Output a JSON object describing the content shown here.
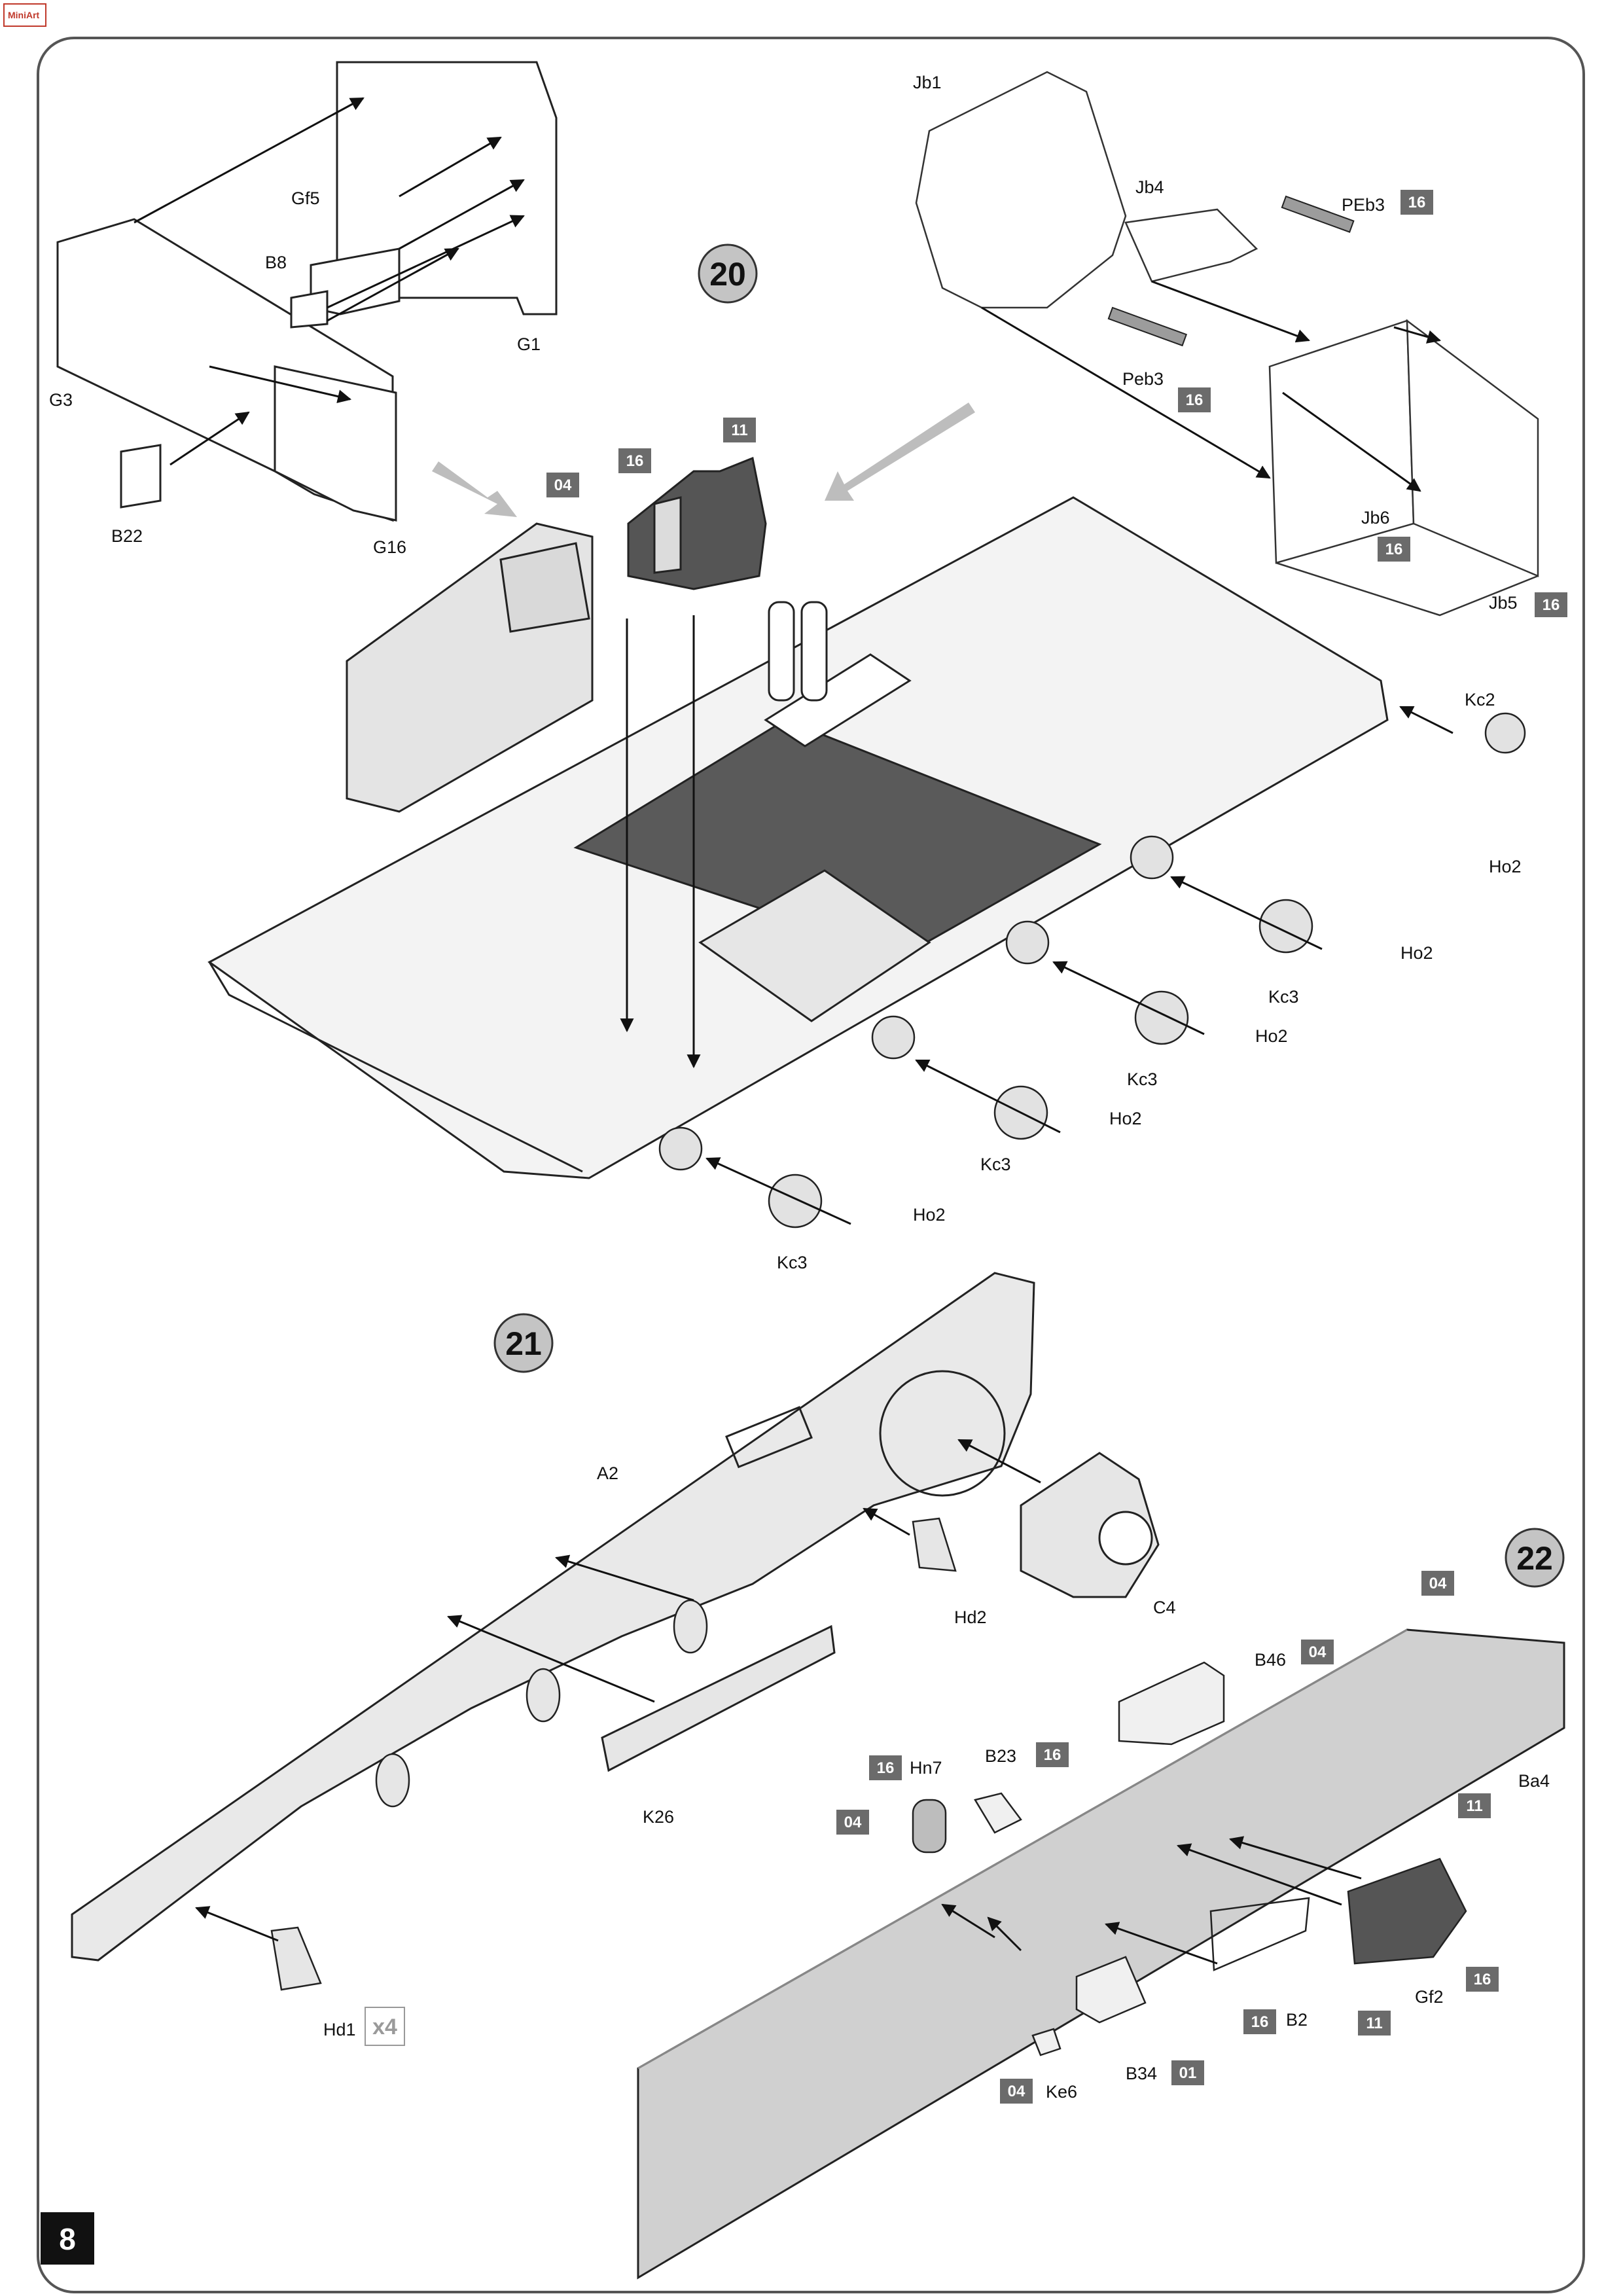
{
  "page": {
    "number": "8",
    "watermark": "MiniArt"
  },
  "colors": {
    "frame": "#555555",
    "part_fill": "#e9e9e9",
    "dark_part": "#555555",
    "tag_bg": "#6b6b6b",
    "step_circle": "#c4c4c4",
    "arrow": "#111111"
  },
  "steps": [
    {
      "number": "20"
    },
    {
      "number": "21"
    },
    {
      "number": "22"
    }
  ],
  "labels": {
    "gf5": "Gf5",
    "b8": "B8",
    "g1": "G1",
    "g3": "G3",
    "b22": "B22",
    "g16": "G16",
    "jb1": "Jb1",
    "jb4": "Jb4",
    "peb3_top": "PEb3",
    "peb3_bottom": "Peb3",
    "jb6": "Jb6",
    "jb5": "Jb5",
    "kc2": "Kc2",
    "ho2_1": "Ho2",
    "ho2_2": "Ho2",
    "ho2_3": "Ho2",
    "ho2_4": "Ho2",
    "ho2_5": "Ho2",
    "kc3_1": "Kc3",
    "kc3_2": "Kc3",
    "kc3_3": "Kc3",
    "kc3_4": "Kc3",
    "a2": "A2",
    "hd2": "Hd2",
    "c4": "C4",
    "k26": "K26",
    "hd1": "Hd1",
    "hd1_qty": "x4",
    "b46": "B46",
    "ba4": "Ba4",
    "b23": "B23",
    "hn7": "Hn7",
    "gf2": "Gf2",
    "b2": "B2",
    "b34": "B34",
    "ke6": "Ke6"
  },
  "color_tags": {
    "step20_seat": "11",
    "step20_seat_side": "16",
    "step20_box": "04",
    "peb3_top": "16",
    "peb3_bottom": "16",
    "jb6": "16",
    "jb5": "16",
    "ba4": "04",
    "b46": "04",
    "b23": "16",
    "hn7": "16",
    "hn7_base": "04",
    "gf2_top": "11",
    "gf2_side": "16",
    "gf2_bottom": "11",
    "b2": "16",
    "b34": "01",
    "ke6": "04"
  }
}
